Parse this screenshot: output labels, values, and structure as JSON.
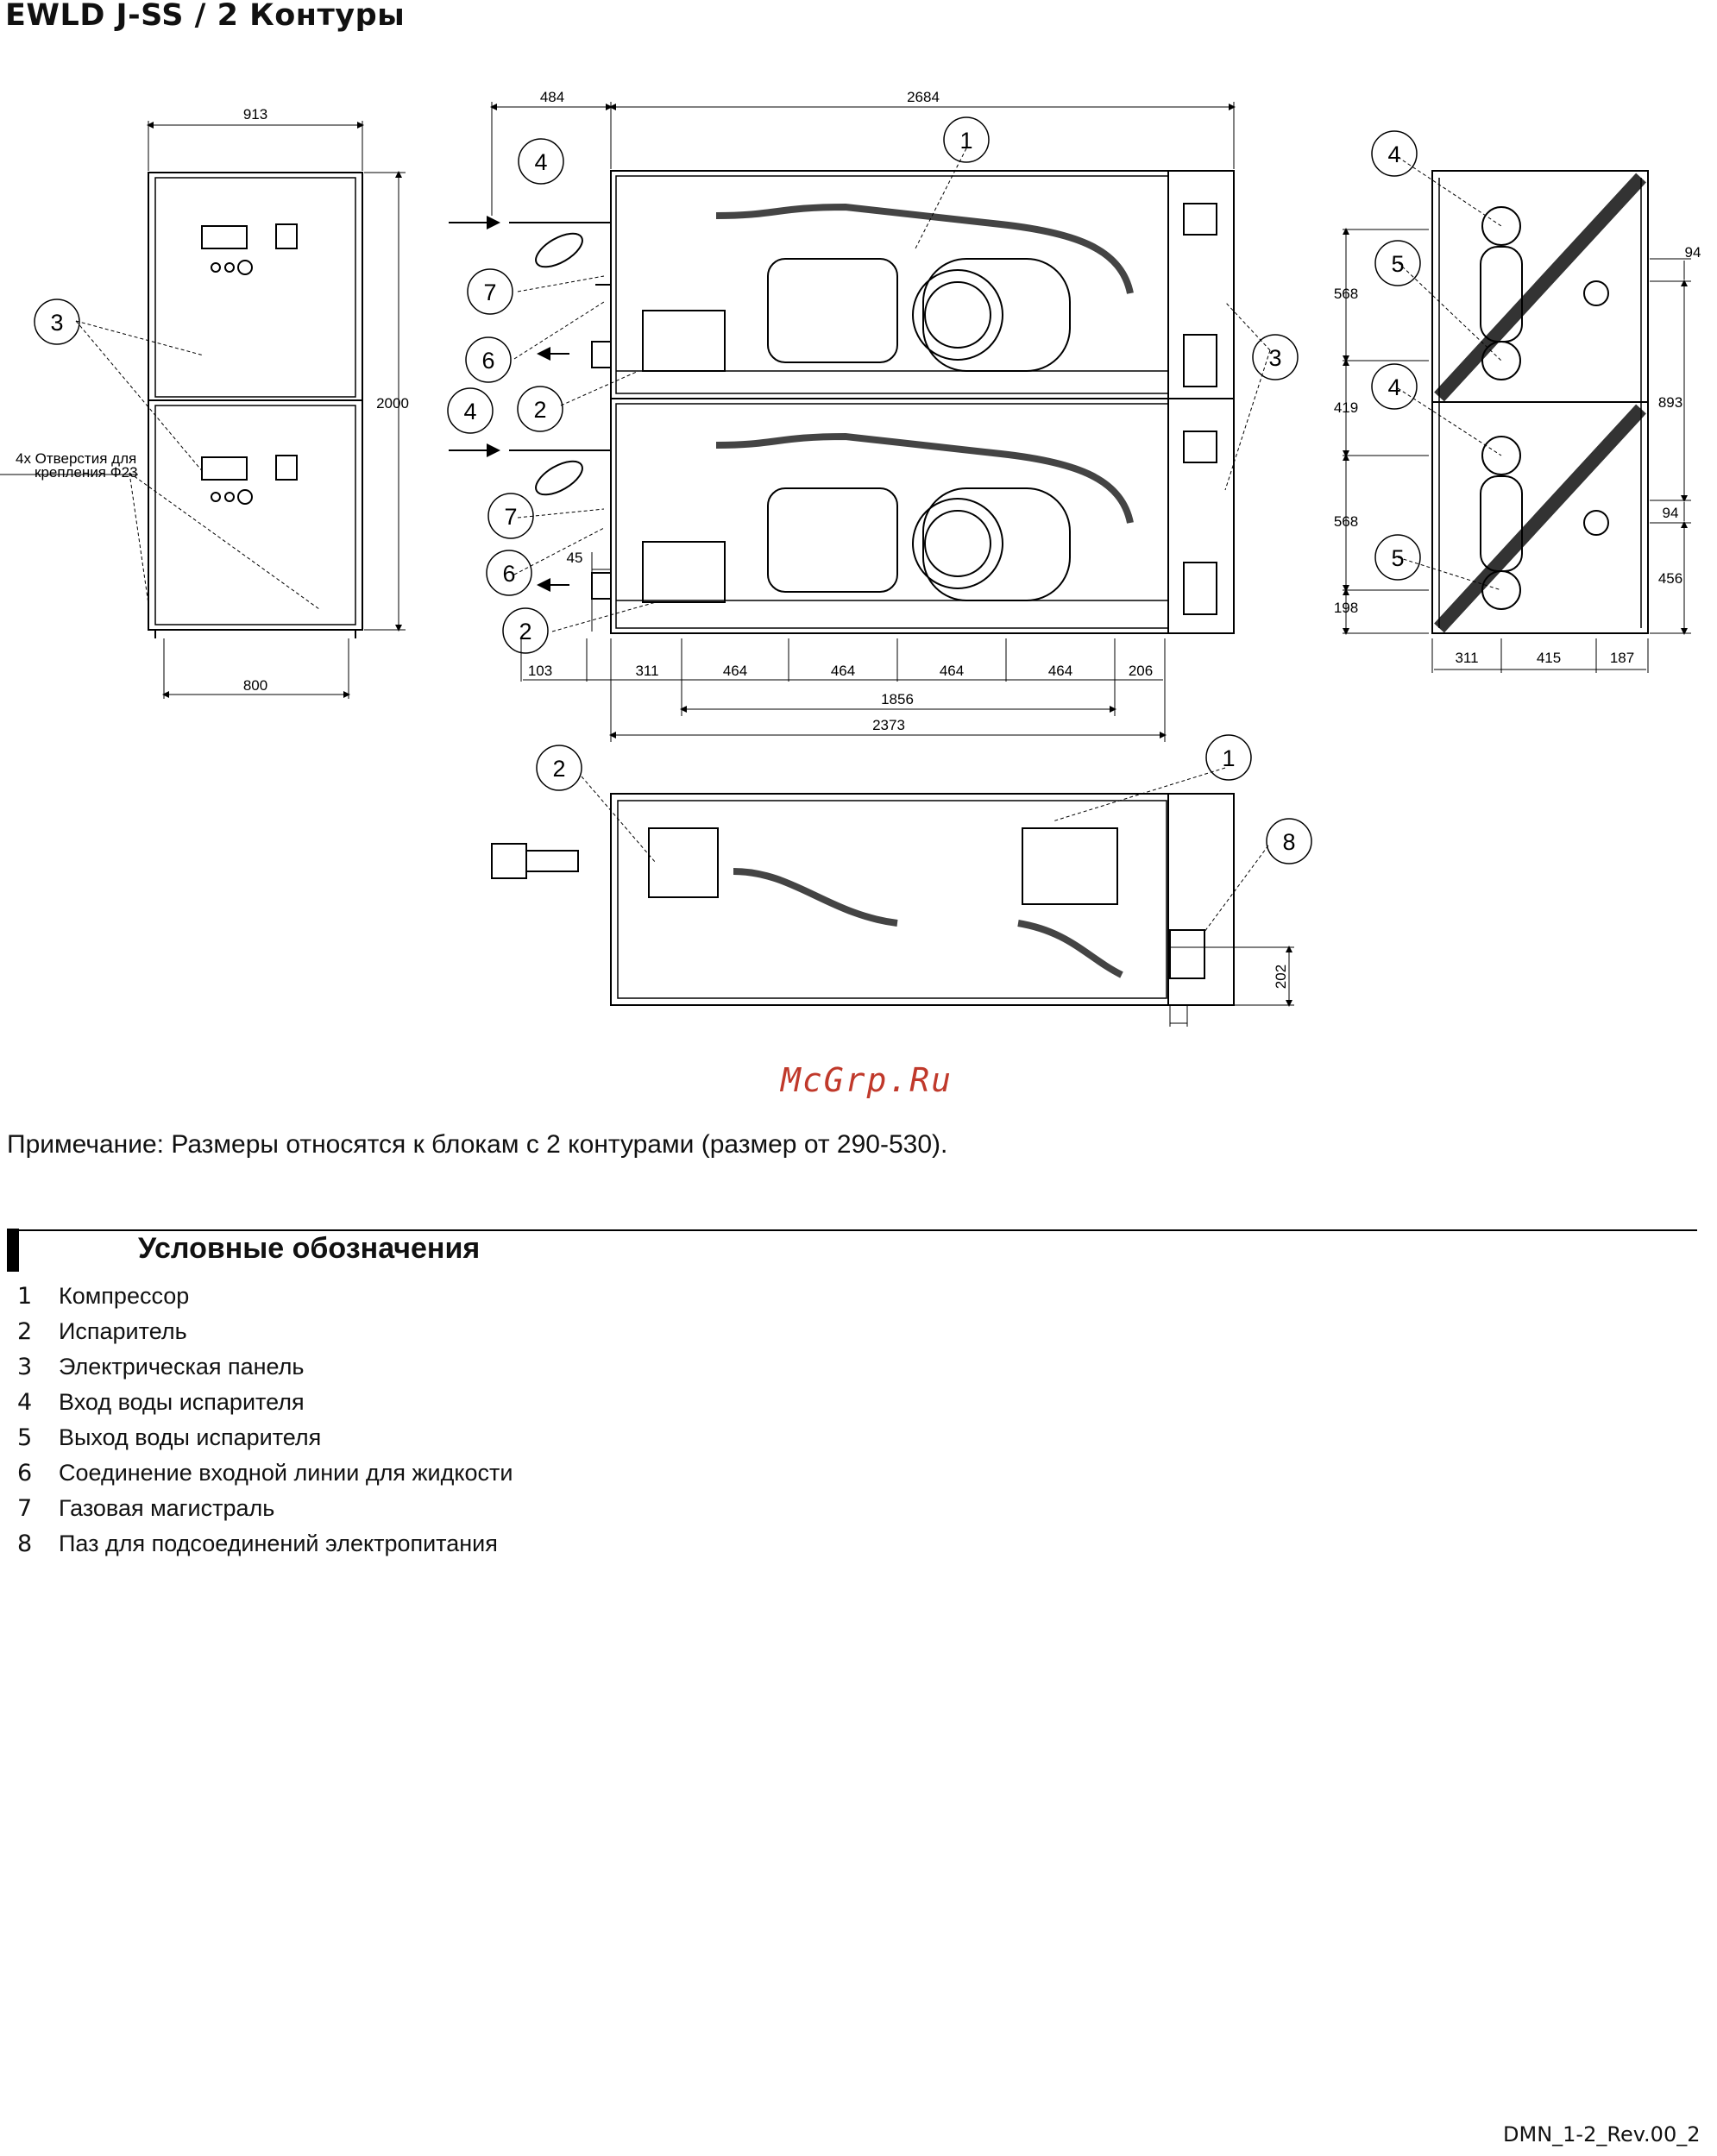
{
  "title": "EWLD  J-SS / 2 Контуры",
  "watermark": "McGrp.Ru",
  "note": "Примечание: Размеры относятся к блокам с 2 контурами (размер от 290-530).",
  "legend": {
    "title": "Условные обозначения",
    "items": [
      {
        "num": "1",
        "text": "Компрессор"
      },
      {
        "num": "2",
        "text": "Испаритель"
      },
      {
        "num": "3",
        "text": "Электрическая панель"
      },
      {
        "num": "4",
        "text": "Вход воды испарителя"
      },
      {
        "num": "5",
        "text": "Выход воды испарителя"
      },
      {
        "num": "6",
        "text": "Соединение входной линии для жидкости"
      },
      {
        "num": "7",
        "text": "Газовая магистраль"
      },
      {
        "num": "8",
        "text": "Паз для подсоединений электропитания"
      }
    ]
  },
  "footer": "DMN_1-2_Rev.00_2",
  "drawing": {
    "front": {
      "width": "913",
      "base": "800",
      "height": "2000",
      "holes_line1": "4x Отверстия для",
      "holes_line2": "крепления Ф23"
    },
    "side": {
      "top_left": "484",
      "top_total": "2684",
      "offset": "45",
      "bottom_segments": [
        "103",
        "311",
        "464",
        "464",
        "464",
        "464",
        "206"
      ],
      "bottom_mid": "1856",
      "bottom_total": "2373"
    },
    "plan": {
      "dim": "202"
    },
    "end": {
      "top": "94",
      "upper_left": "568",
      "mid_left": "419",
      "lower_left": "568",
      "base_left": "198",
      "right_total": "893",
      "right_mid": "94",
      "right_low": "456",
      "bottom_segments": [
        "311",
        "415",
        "187"
      ]
    },
    "callouts": [
      "1",
      "2",
      "3",
      "4",
      "5",
      "6",
      "7",
      "8"
    ]
  }
}
